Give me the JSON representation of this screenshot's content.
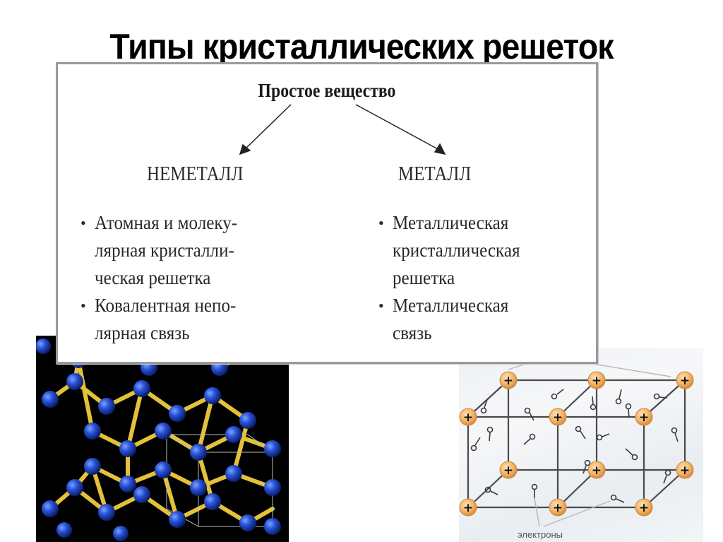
{
  "slide": {
    "title": "Типы кристаллических решеток"
  },
  "diagram": {
    "root": "Простое вещество",
    "branches": {
      "left": {
        "label": "НЕМЕТАЛЛ",
        "bullets": [
          {
            "lines": [
              "Атомная и молеку-",
              "лярная кристалли-",
              "ческая решетка"
            ]
          },
          {
            "lines": [
              "Ковалентная непо-",
              "лярная связь"
            ]
          }
        ]
      },
      "right": {
        "label": "МЕТАЛЛ",
        "bullets": [
          {
            "lines": [
              "Металлическая",
              "кристаллическая",
              "решетка"
            ]
          },
          {
            "lines": [
              "Металлическая",
              "связь"
            ]
          }
        ]
      }
    },
    "bullet_symbol": "•"
  },
  "images": {
    "left": {
      "description": "atomic-crystal-lattice",
      "atom_color": "#2a52d8",
      "bond_color": "#e5c53a",
      "background": "#000000"
    },
    "right": {
      "description": "metallic-crystal-lattice",
      "ion_symbol": "+",
      "ion_color": "#f2b46a",
      "caption": "электроны"
    }
  }
}
